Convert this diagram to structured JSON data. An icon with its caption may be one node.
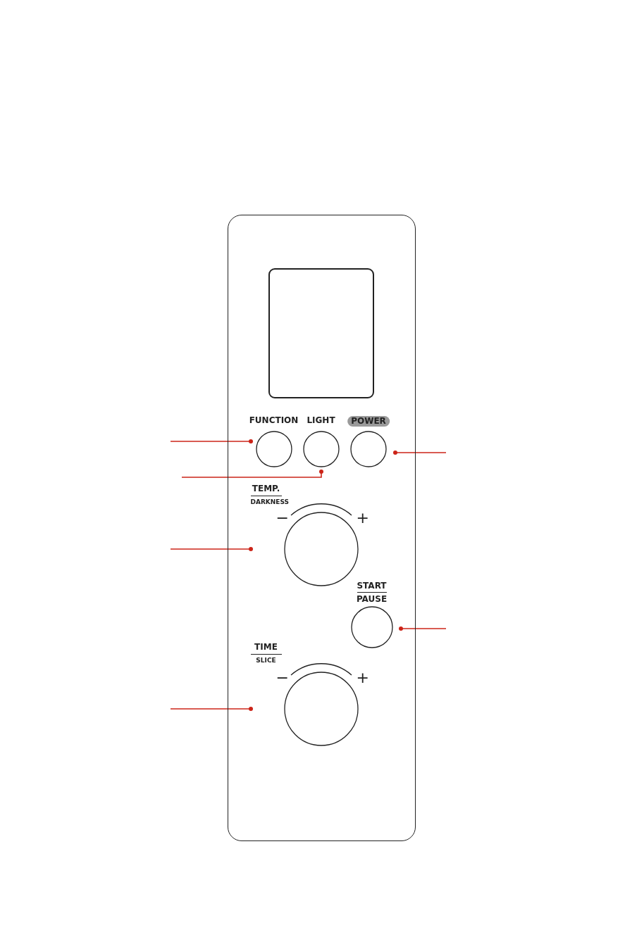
{
  "diagram": {
    "nodes": [
      {
        "text": [],
        "shape": "box"
      },
      {
        "text": [],
        "shape": "box",
        "in": 0
      },
      {
        "text": [
          "FUNCTION"
        ],
        "in": 0
      },
      {
        "text": [
          "LIGHT"
        ],
        "in": 0
      },
      {
        "text": [
          "POWER"
        ],
        "in": 0
      },
      {
        "text": [
          "TEMP.",
          "DARKNESS"
        ],
        "in": 0,
        "beside": [
          "−",
          "+"
        ]
      },
      {
        "text": [
          "START",
          "PAUSE"
        ],
        "in": 0
      },
      {
        "text": [
          "TIME",
          "SLICE"
        ],
        "in": 0,
        "beside": [
          "−",
          "+"
        ]
      }
    ],
    "edges": [
      {
        "from": null,
        "to": 2,
        "arrow": "other"
      },
      {
        "from": null,
        "to": 3,
        "arrow": "other"
      },
      {
        "from": null,
        "to": 4,
        "arrow": "other"
      },
      {
        "from": null,
        "to": 5,
        "arrow": "other"
      },
      {
        "from": null,
        "to": 6,
        "arrow": "other"
      },
      {
        "from": null,
        "to": 7,
        "arrow": "other"
      }
    ]
  }
}
